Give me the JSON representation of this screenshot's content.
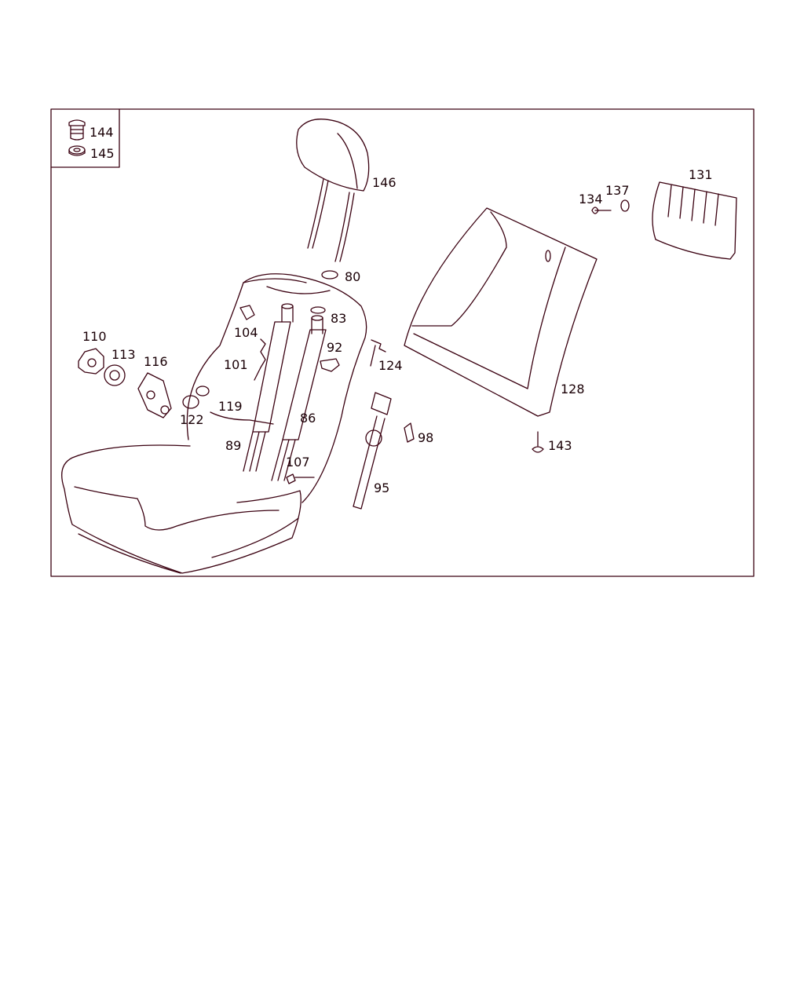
{
  "diagram": {
    "legend_box": [
      {
        "label": "144",
        "part": "plug"
      },
      {
        "label": "145",
        "part": "washer"
      }
    ],
    "part_labels": [
      "146",
      "80",
      "83",
      "104",
      "92",
      "101",
      "124",
      "110",
      "113",
      "116",
      "119",
      "122",
      "86",
      "89",
      "107",
      "98",
      "95",
      "128",
      "143",
      "134",
      "137",
      "131"
    ],
    "line_color": "#3a0010"
  }
}
